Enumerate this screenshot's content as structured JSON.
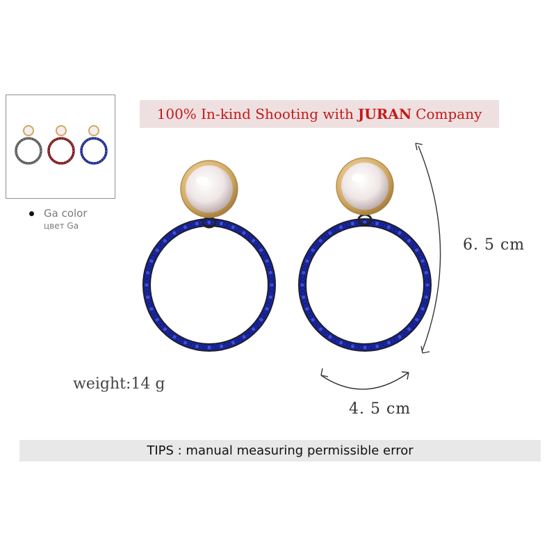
{
  "banner": {
    "prefix": "100% In-kind Shooting with",
    "brand": "JURAN",
    "suffix": "Company",
    "text_color": "#c61818",
    "background": "#eee0e0"
  },
  "variants": {
    "selected_label": "Ga color",
    "selected_label_ru": "цвет Ga",
    "colors": [
      "#5a5a5a",
      "#7a1818",
      "#1a2a8a"
    ]
  },
  "product": {
    "stone_color": "#1f2fb8",
    "pearl_color": "#f4eeee",
    "setting_color": "#d8b070"
  },
  "dimensions": {
    "height": "6. 5  cm",
    "width": "4. 5  cm"
  },
  "weight": "weight:14 g",
  "tips": "TIPS : manual measuring permissible error"
}
